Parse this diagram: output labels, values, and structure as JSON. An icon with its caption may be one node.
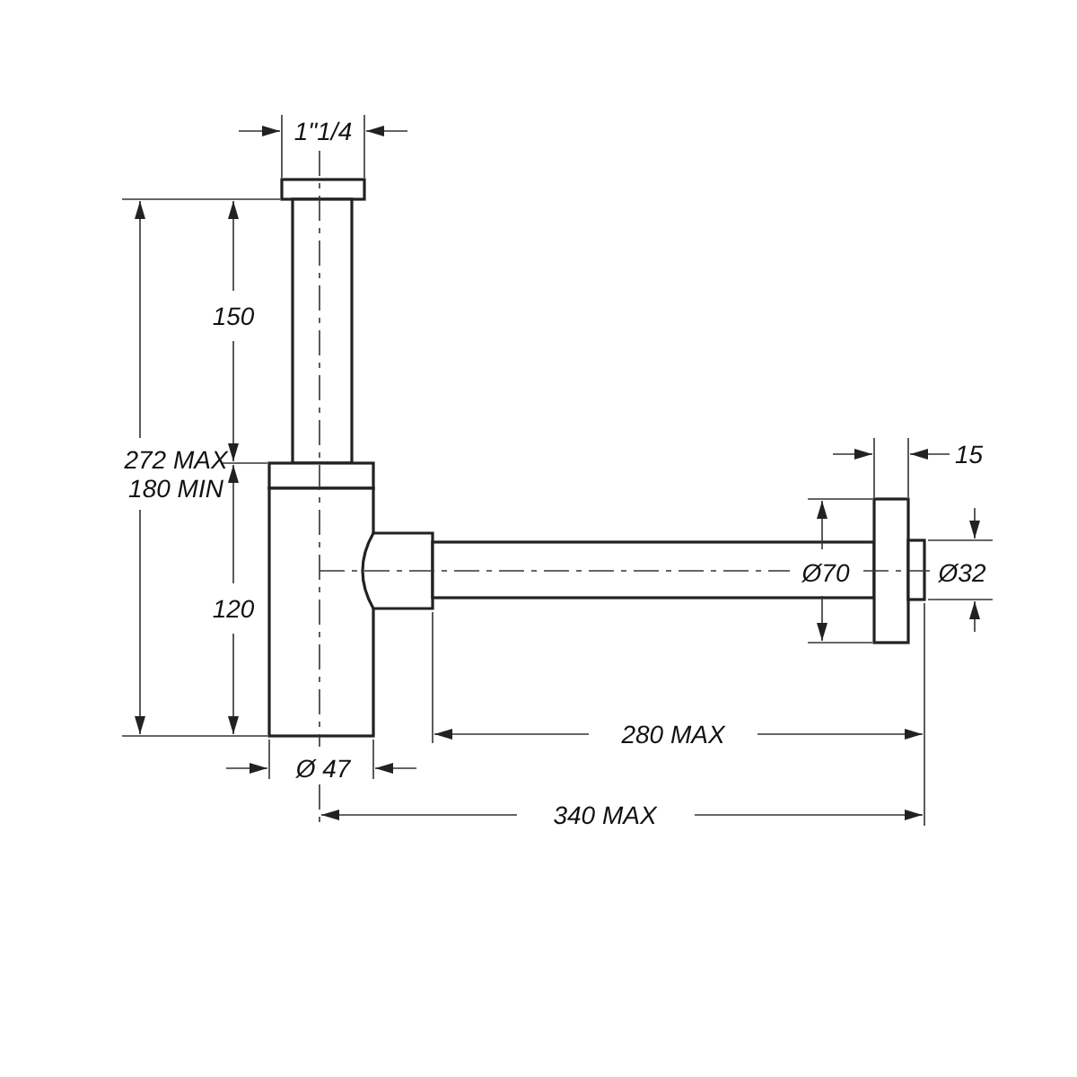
{
  "diagram": {
    "labels": [
      "1\"1/4",
      "150",
      "15",
      "272 MAX",
      "180 MIN",
      "Ø70",
      "Ø32",
      "120",
      "280 MAX",
      "Ø 47",
      "340 MAX"
    ]
  }
}
